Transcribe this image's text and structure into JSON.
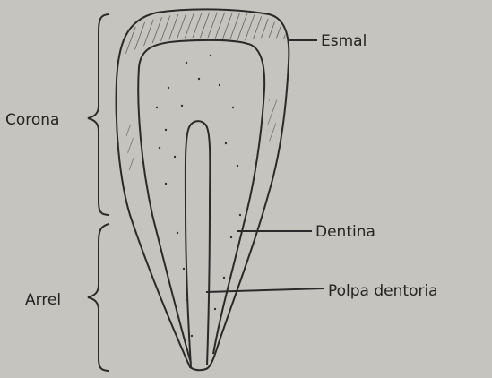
{
  "diagram": {
    "labels": {
      "esmalte": "Esmal",
      "dentina": "Dentina",
      "polpa": "Polpa dentoria",
      "corona": "Corona",
      "arrel": "Arrel"
    }
  }
}
